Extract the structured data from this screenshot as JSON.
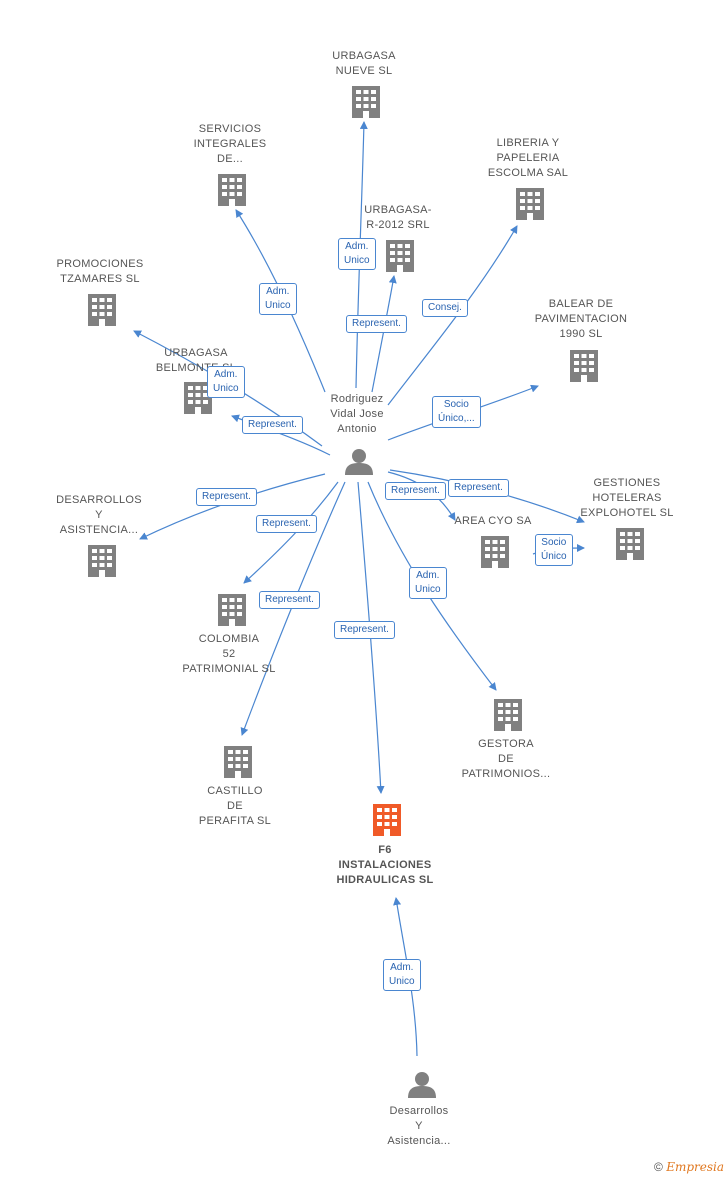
{
  "nodes": {
    "urbagasa_nueve": {
      "label": "URBAGASA\nNUEVE SL"
    },
    "servicios": {
      "label": "SERVICIOS\nINTEGRALES\nDE..."
    },
    "libreria": {
      "label": "LIBRERIA Y\nPAPELERIA\nESCOLMA SAL"
    },
    "urbagasa_r2012": {
      "label": "URBAGASA-\nR-2012 SRL"
    },
    "promociones": {
      "label": "PROMOCIONES\nTZAMARES SL"
    },
    "balear": {
      "label": "BALEAR DE\nPAVIMENTACION\n1990 SL"
    },
    "urbagasa_belmonte": {
      "label": "URBAGASA\nBELMONTE SL"
    },
    "rodriguez": {
      "label": "Rodriguez\nVidal Jose\nAntonio"
    },
    "desarrollos_top": {
      "label": "DESARROLLOS\nY\nASISTENCIA..."
    },
    "area_cyo": {
      "label": "AREA CYO SA"
    },
    "gestiones": {
      "label": "GESTIONES\nHOTELERAS\nEXPLOHOTEL SL"
    },
    "colombia": {
      "label": "COLOMBIA\n52\nPATRIMONIAL SL"
    },
    "gestora": {
      "label": "GESTORA\nDE\nPATRIMONIOS..."
    },
    "castillo": {
      "label": "CASTILLO\nDE\nPERAFITA SL"
    },
    "f6": {
      "label": "F6\nINSTALACIONES\nHIDRAULICAS SL"
    },
    "desarrollos_person": {
      "label": "Desarrollos\nY\nAsistencia..."
    }
  },
  "edge_labels": {
    "adm_unico_nueve": "Adm.\nUnico",
    "adm_unico_servicios": "Adm.\nUnico",
    "represent_r2012": "Represent.",
    "consej_libreria": "Consej.",
    "adm_unico_belmonte": "Adm.\nUnico",
    "represent_promociones": "Represent.",
    "socio_balear": "Socio\nÚnico,...",
    "represent_desarrollos": "Represent.",
    "represent_area": "Represent.",
    "represent_gestiones": "Represent.",
    "socio_area_gestiones": "Socio\nÚnico",
    "represent_colombia": "Represent.",
    "represent_castillo": "Represent.",
    "adm_unico_gestora": "Adm.\nUnico",
    "represent_f6": "Represent.",
    "adm_unico_f6": "Adm.\nUnico"
  },
  "credit": {
    "symbol": "©",
    "brand": "Empresia"
  },
  "colors": {
    "company": "#808080",
    "focus": "#f05a28",
    "person": "#808080",
    "edge": "#4a86d0"
  }
}
